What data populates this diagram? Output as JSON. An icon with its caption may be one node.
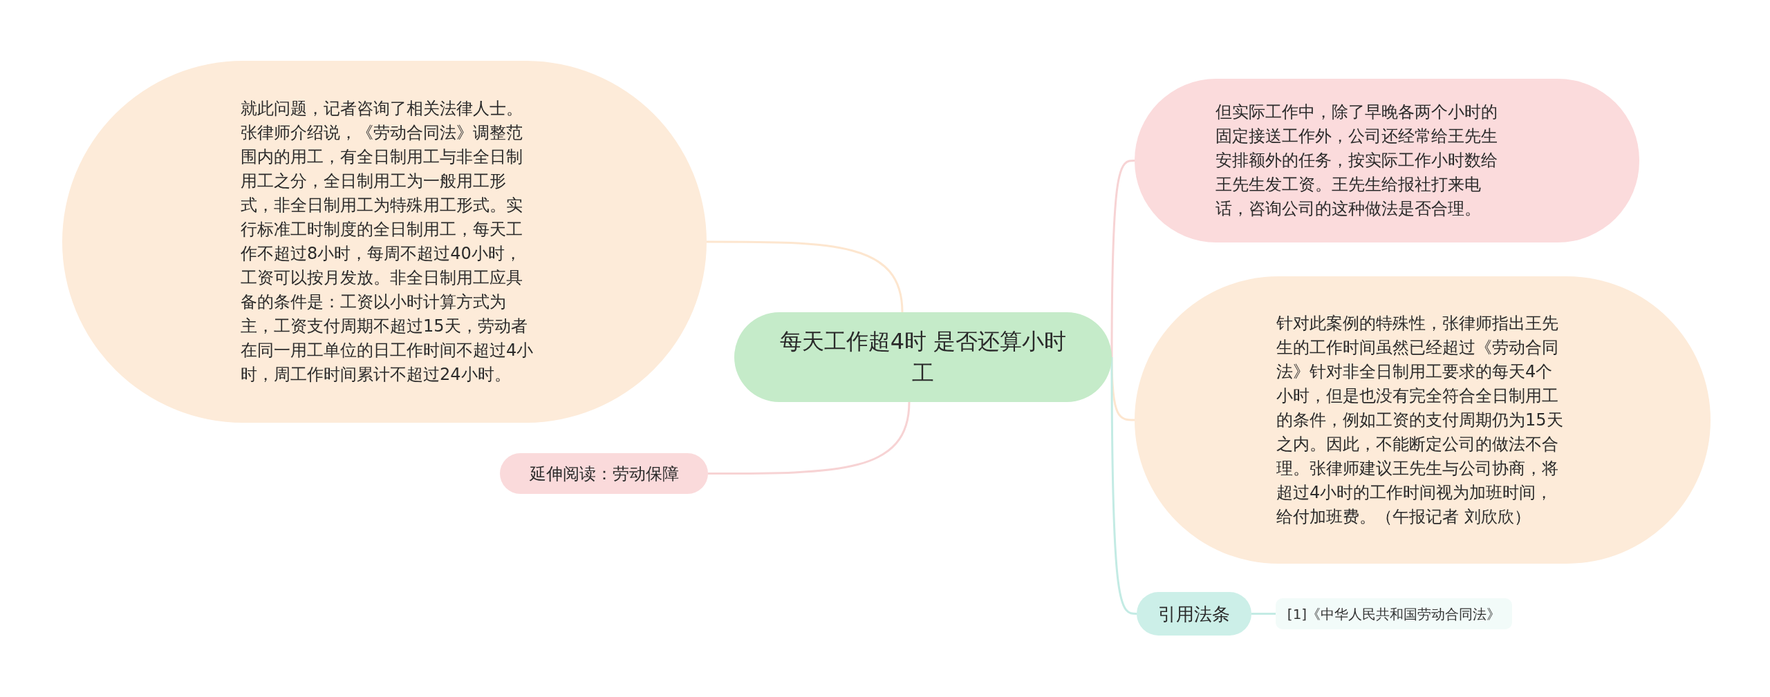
{
  "diagram": {
    "nodes": [
      {
        "text": [
          "每天工作超4时 是否还算小时工"
        ]
      },
      {
        "text": [
          "就此问题，记者咨询了相关法律人士。张律师介绍说，《劳动合同法》调整范围内的用工，有全日制用工与非全日制用工之分，全日制用工为一般用工形式，非全日制用工为特殊用工形式。实行标准工时制度的全日制用工，每天工作不超过8小时，每周不超过40小时，工资可以按月发放。非全日制用工应具备的条件是：工资以小时计算方式为主，工资支付周期不超过15天，劳动者在同一用工单位的日工作时间不超过4小时，周工作时间累计不超过24小时。"
        ]
      },
      {
        "text": [
          "延伸阅读：劳动保障"
        ]
      },
      {
        "text": [
          "但实际工作中，除了早晚各两个小时的固定接送工作外，公司还经常给王先生安排额外的任务，按实际工作小时数给王先生发工资。王先生给报社打来电话，咨询公司的这种做法是否合理。"
        ]
      },
      {
        "text": [
          "针对此案例的特殊性，张律师指出王先生的工作时间虽然已经超过《劳动合同法》针对非全日制用工要求的每天4个小时，但是也没有完全符合全日制用工的条件，例如工资的支付周期仍为15天之内。因此，不能断定公司的做法不合理。张律师建议王先生与公司协商，将超过4小时的工作时间视为加班时间，给付加班费。（午报记者 刘欣欣）"
        ]
      },
      {
        "text": [
          "引用法条"
        ]
      },
      {
        "text": [
          "[1]《中华人民共和国劳动合同法》"
        ]
      }
    ],
    "edges": [
      {
        "from": 0,
        "to": 1,
        "arrow": "none",
        "color": "#fde6cf"
      },
      {
        "from": 0,
        "to": 2,
        "arrow": "none",
        "color": "#f7d3d4"
      },
      {
        "from": 0,
        "to": 3,
        "arrow": "none",
        "color": "#f7d3d4"
      },
      {
        "from": 0,
        "to": 4,
        "arrow": "none",
        "color": "#fde6cf"
      },
      {
        "from": 0,
        "to": 5,
        "arrow": "none",
        "color": "#c3ebe4"
      },
      {
        "from": 5,
        "to": 6,
        "arrow": "none",
        "color": "#c3ebe4"
      }
    ]
  }
}
